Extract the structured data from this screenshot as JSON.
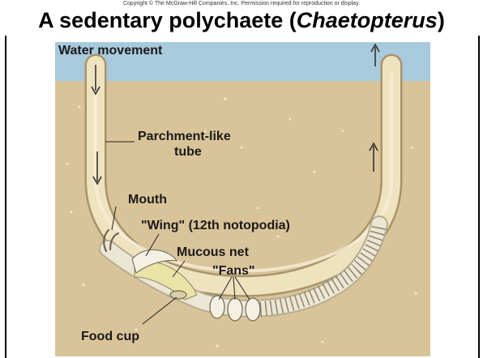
{
  "copyright": "Copyright © The McGraw-Hill Companies, Inc. Permission required for reproduction or display.",
  "title": {
    "prefix": "A sedentary polychaete (",
    "genus": "Chaetopterus",
    "suffix": ")"
  },
  "labels": {
    "water_movement": "Water movement",
    "tube_line1": "Parchment-like",
    "tube_line2": "tube",
    "mouth": "Mouth",
    "wing": "\"Wing\" (12th notopodia)",
    "mucous_net": "Mucous net",
    "fans": "\"Fans\"",
    "food_cup": "Food cup"
  },
  "colors": {
    "water": "#a9c9dc",
    "sediment": "#d9c49a",
    "tube": "#efe2bf",
    "tube_edge": "#a8946a",
    "worm": "#ece7d4"
  }
}
